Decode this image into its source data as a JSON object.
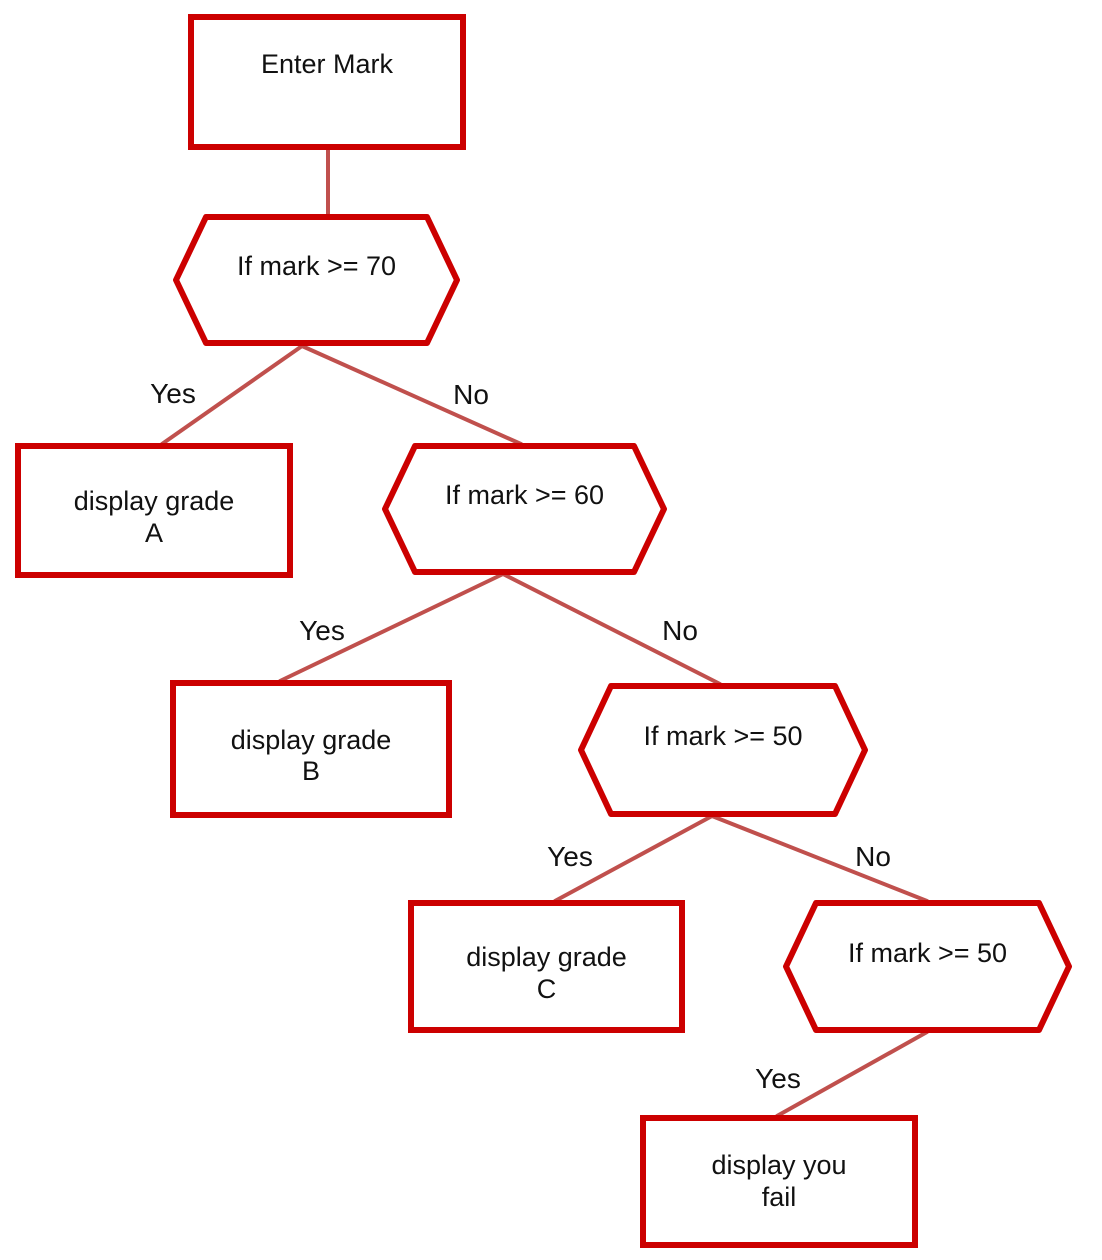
{
  "diagram": {
    "type": "flowchart",
    "colors": {
      "shape_border": "#cc0000",
      "shape_fill": "#ffffff",
      "connector": "#c0504d",
      "text": "#111111",
      "background": "#ffffff"
    },
    "nodes": {
      "enter_mark": {
        "type": "process",
        "label": "Enter Mark"
      },
      "decision_70": {
        "type": "decision",
        "label": "If mark >= 70"
      },
      "grade_a": {
        "type": "process",
        "label": "display grade\nA"
      },
      "decision_60": {
        "type": "decision",
        "label": "If mark >= 60"
      },
      "grade_b": {
        "type": "process",
        "label": "display grade\nB"
      },
      "decision_50": {
        "type": "decision",
        "label": "If mark >= 50"
      },
      "grade_c": {
        "type": "process",
        "label": "display grade\nC"
      },
      "decision_50_2": {
        "type": "decision",
        "label": "If mark >= 50"
      },
      "fail": {
        "type": "process",
        "label": "display you\nfail"
      }
    },
    "edges": [
      {
        "from": "enter_mark",
        "to": "decision_70",
        "label": ""
      },
      {
        "from": "decision_70",
        "to": "grade_a",
        "label": "Yes"
      },
      {
        "from": "decision_70",
        "to": "decision_60",
        "label": "No"
      },
      {
        "from": "decision_60",
        "to": "grade_b",
        "label": "Yes"
      },
      {
        "from": "decision_60",
        "to": "decision_50",
        "label": "No"
      },
      {
        "from": "decision_50",
        "to": "grade_c",
        "label": "Yes"
      },
      {
        "from": "decision_50",
        "to": "decision_50_2",
        "label": "No"
      },
      {
        "from": "decision_50_2",
        "to": "fail",
        "label": "Yes"
      }
    ]
  }
}
